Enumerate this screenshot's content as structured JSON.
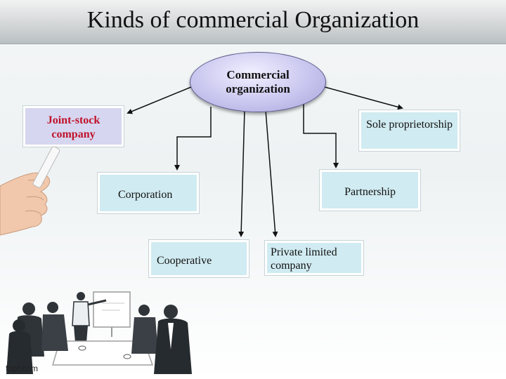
{
  "title": "Kinds of commercial Organization",
  "root": {
    "label": "Commercial organization"
  },
  "nodes": {
    "joint_stock": "Joint-stock company",
    "sole_proprietorship": "Sole proprietorship",
    "corporation": "Corporation",
    "partnership": "Partnership",
    "cooperative": "Cooperative",
    "private_limited": "Private limited company"
  },
  "colors": {
    "root_fill": "#c9c6ef",
    "box_fill": "#d0ebf1",
    "joint_stock_fill": "#d6d6f0",
    "joint_stock_text": "#c0112a"
  },
  "illustrations": [
    "hand-holding-chalk-icon",
    "business-meeting-icon"
  ],
  "watermark": "fppt.com"
}
